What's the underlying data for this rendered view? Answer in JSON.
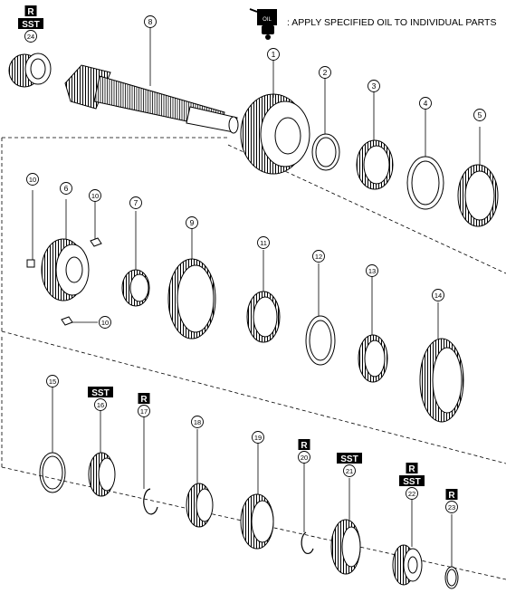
{
  "legend": {
    "icon_label": "OIL",
    "text": ": APPLY SPECIFIED OIL TO INDIVIDUAL PARTS"
  },
  "badge_labels": {
    "replace": "R",
    "special_tool": "SST"
  },
  "parts": [
    {
      "no": "1",
      "badges": []
    },
    {
      "no": "2",
      "badges": []
    },
    {
      "no": "3",
      "badges": []
    },
    {
      "no": "4",
      "badges": []
    },
    {
      "no": "5",
      "badges": []
    },
    {
      "no": "6",
      "badges": []
    },
    {
      "no": "7",
      "badges": []
    },
    {
      "no": "8",
      "badges": []
    },
    {
      "no": "9",
      "badges": []
    },
    {
      "no": "10",
      "badges": []
    },
    {
      "no": "11",
      "badges": []
    },
    {
      "no": "12",
      "badges": []
    },
    {
      "no": "13",
      "badges": []
    },
    {
      "no": "14",
      "badges": []
    },
    {
      "no": "15",
      "badges": []
    },
    {
      "no": "16",
      "badges": [
        "SST"
      ]
    },
    {
      "no": "17",
      "badges": [
        "R"
      ]
    },
    {
      "no": "18",
      "badges": []
    },
    {
      "no": "19",
      "badges": []
    },
    {
      "no": "20",
      "badges": [
        "R"
      ]
    },
    {
      "no": "21",
      "badges": [
        "SST"
      ]
    },
    {
      "no": "22",
      "badges": [
        "R",
        "SST"
      ]
    },
    {
      "no": "23",
      "badges": [
        "R"
      ]
    },
    {
      "no": "24",
      "badges": [
        "R",
        "SST"
      ]
    }
  ],
  "colors": {
    "line": "#000000",
    "badge_bg": "#000000",
    "badge_fg": "#ffffff",
    "paper": "#ffffff"
  },
  "icons": {
    "oil": "oil-can-icon"
  }
}
